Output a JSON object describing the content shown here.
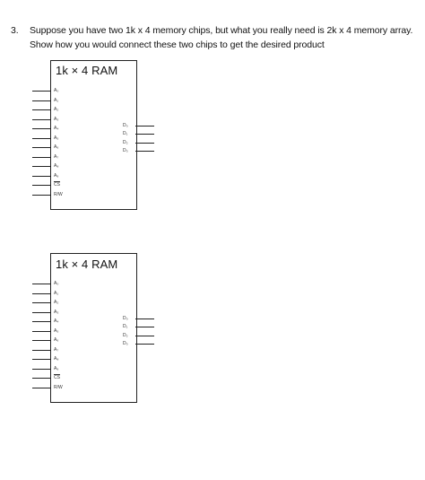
{
  "question": {
    "number": "3.",
    "line1": "Suppose you have two 1k x 4 memory chips, but what you really need is 2k x 4 memory array.",
    "line2": "Show how you would connect these two chips to get the desired product"
  },
  "chips": [
    {
      "title": "1k × 4 RAM",
      "address_pins": [
        "A₀",
        "A₁",
        "A₂",
        "A₃",
        "A₄",
        "A₅",
        "A₆",
        "A₇",
        "A₈",
        "A₉"
      ],
      "control_pins": [
        "CS",
        "R/W"
      ],
      "data_pins": [
        "D₀",
        "D₁",
        "D₂",
        "D₃"
      ]
    },
    {
      "title": "1k × 4 RAM",
      "address_pins": [
        "A₀",
        "A₁",
        "A₂",
        "A₃",
        "A₄",
        "A₅",
        "A₆",
        "A₇",
        "A₈",
        "A₉"
      ],
      "control_pins": [
        "CS",
        "R/W"
      ],
      "data_pins": [
        "D₀",
        "D₁",
        "D₂",
        "D₃"
      ]
    }
  ]
}
